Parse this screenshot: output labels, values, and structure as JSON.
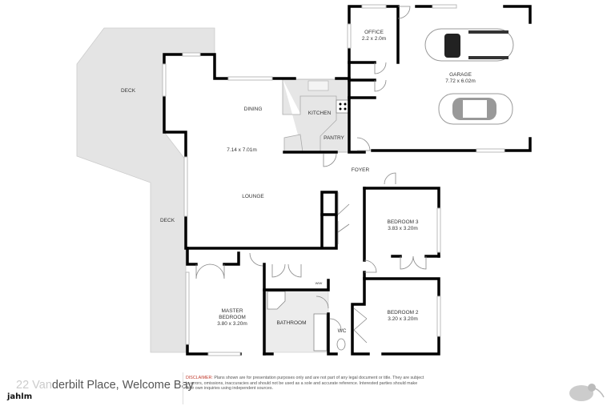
{
  "rooms": {
    "deck_top": "DECK",
    "dining": "DINING",
    "kitchen": "KITCHEN",
    "pantry": "PANTRY",
    "living_dims": "7.14 x 7.01m",
    "office": "OFFICE",
    "office_dims": "2.2 x 2.0m",
    "garage": "GARAGE",
    "garage_dims": "7.72 x 6.02m",
    "foyer": "FOYER",
    "lounge": "LOUNGE",
    "deck_side": "DECK",
    "bedroom3": "BEDROOM 3",
    "bedroom3_dims": "3.83 x 3.20m",
    "master_line1": "MASTER",
    "master_line2": "BEDROOM",
    "master_dims": "3.80 x 3.20m",
    "bathroom": "BATHROOM",
    "wc": "WC",
    "wiw": "WIW",
    "bedroom2": "BEDROOM 2",
    "bedroom2_dims": "3.20 x 3.20m"
  },
  "footer": {
    "address_prefix": "22 Van",
    "address_rest": "derbilt Place, Welcome Bay",
    "disclaimer_label": "DISCLAIMER:",
    "disclaimer_text": "Plans shown are for presentation purposes only and are not part of any legal document or title. They are subject to errors, omissions, inaccuracies and should not be used as a sole and accurate reference. Interested parties should make their own inquiries using independent sources.",
    "watermark": "jahlm",
    "logo": "kiwi-logo"
  }
}
